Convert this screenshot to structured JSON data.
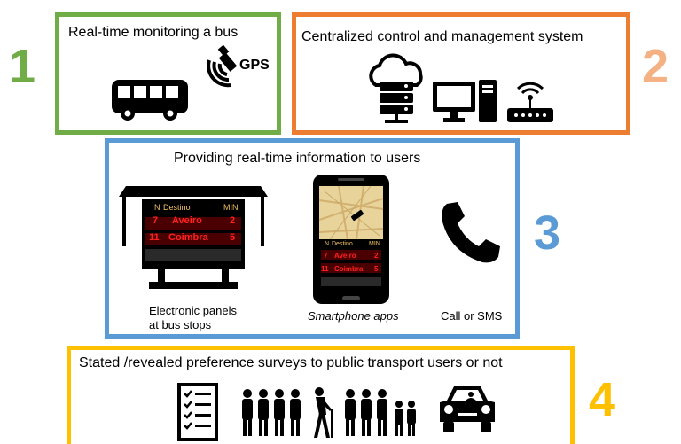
{
  "colors": {
    "box1": "#70ad47",
    "box2": "#ed7d31",
    "box3": "#5b9bd5",
    "box4": "#ffc000",
    "num1": "#70ad47",
    "num2": "#f4b183",
    "num3": "#5b9bd5",
    "num4": "#ffc000",
    "board_text": "#ff2020",
    "board_header": "#f0c060"
  },
  "section1": {
    "number": "1",
    "title": "Real-time monitoring a bus",
    "gps_label": "GPS",
    "icons": [
      "bus-icon",
      "gps-satellite-icon"
    ]
  },
  "section2": {
    "number": "2",
    "title": "Centralized control and management system",
    "icons": [
      "cloud-server-icon",
      "desktop-computer-icon",
      "wifi-router-icon"
    ]
  },
  "section3": {
    "number": "3",
    "title": "Providing real-time information to users",
    "panel_caption_line1": "Electronic panels",
    "panel_caption_line2": "at bus stops",
    "app_caption": "Smartphone apps",
    "call_caption": "Call or SMS",
    "board": {
      "headers": [
        "N",
        "Destino",
        "MIN"
      ],
      "rows": [
        {
          "n": "7",
          "dest": "Aveiro",
          "min": "2"
        },
        {
          "n": "11",
          "dest": "Coimbra",
          "min": "5"
        }
      ]
    }
  },
  "section4": {
    "number": "4",
    "title": "Stated /revealed preference surveys to public transport users or not",
    "icons": [
      "checklist-icon",
      "people-group-icon",
      "elderly-icon",
      "family-icon",
      "car-icon"
    ]
  }
}
